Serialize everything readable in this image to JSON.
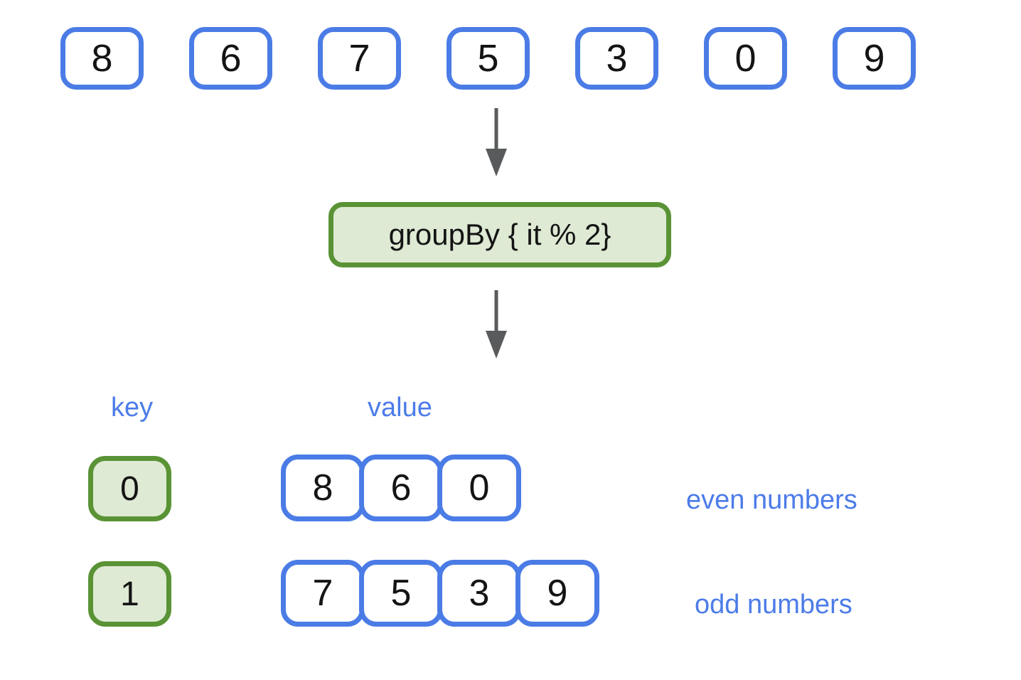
{
  "source": {
    "items": [
      "8",
      "6",
      "7",
      "5",
      "3",
      "0",
      "9"
    ]
  },
  "operation": {
    "label": "groupBy { it % 2}"
  },
  "result": {
    "key_header": "key",
    "value_header": "value",
    "groups": [
      {
        "key": "0",
        "values": [
          "8",
          "6",
          "0"
        ],
        "annotation": "even numbers"
      },
      {
        "key": "1",
        "values": [
          "7",
          "5",
          "3",
          "9"
        ],
        "annotation": "odd numbers"
      }
    ]
  },
  "icons": {
    "arrow_down": "down-arrow"
  },
  "colors": {
    "blue_border": "#4B7CE6",
    "blue_text": "#4C7CE8",
    "green_border": "#5A9335",
    "green_fill": "#DEEAD4",
    "arrow": "#595A5C",
    "digit_text": "#141414",
    "background": "#FFFFFF"
  }
}
